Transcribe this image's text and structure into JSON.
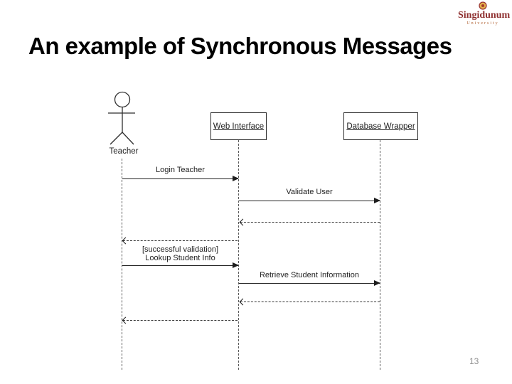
{
  "slide": {
    "title": "An example of Synchronous Messages",
    "page_number": "13",
    "background_color": "#ffffff",
    "title_color": "#000000"
  },
  "logo": {
    "name": "Singidunum",
    "subtitle": "University",
    "emblem_icon": "university-crest-icon",
    "name_color": "#8e2f2f",
    "subtitle_color": "#b06030"
  },
  "diagram": {
    "type": "uml-sequence-diagram",
    "actor": {
      "label": "Teacher"
    },
    "objects": {
      "web_interface": {
        "label": "Web Interface"
      },
      "database_wrapper": {
        "label": "Database Wrapper"
      }
    },
    "messages": {
      "login_teacher": {
        "label": "Login Teacher",
        "from": "Teacher",
        "to": "Web Interface",
        "type": "synchronous"
      },
      "validate_user": {
        "label": "Validate User",
        "from": "Web Interface",
        "to": "Database Wrapper",
        "type": "synchronous"
      },
      "validate_return": {
        "from": "Database Wrapper",
        "to": "Web Interface",
        "type": "return"
      },
      "login_return": {
        "from": "Web Interface",
        "to": "Teacher",
        "type": "return"
      },
      "lookup_student": {
        "guard": "[successful validation]",
        "label": "Lookup Student Info",
        "from": "Teacher",
        "to": "Web Interface",
        "type": "synchronous"
      },
      "retrieve_student": {
        "label": "Retrieve Student Information",
        "from": "Web Interface",
        "to": "Database Wrapper",
        "type": "synchronous"
      },
      "retrieve_return": {
        "from": "Database Wrapper",
        "to": "Web Interface",
        "type": "return"
      },
      "lookup_return": {
        "from": "Web Interface",
        "to": "Teacher",
        "type": "return"
      }
    }
  }
}
